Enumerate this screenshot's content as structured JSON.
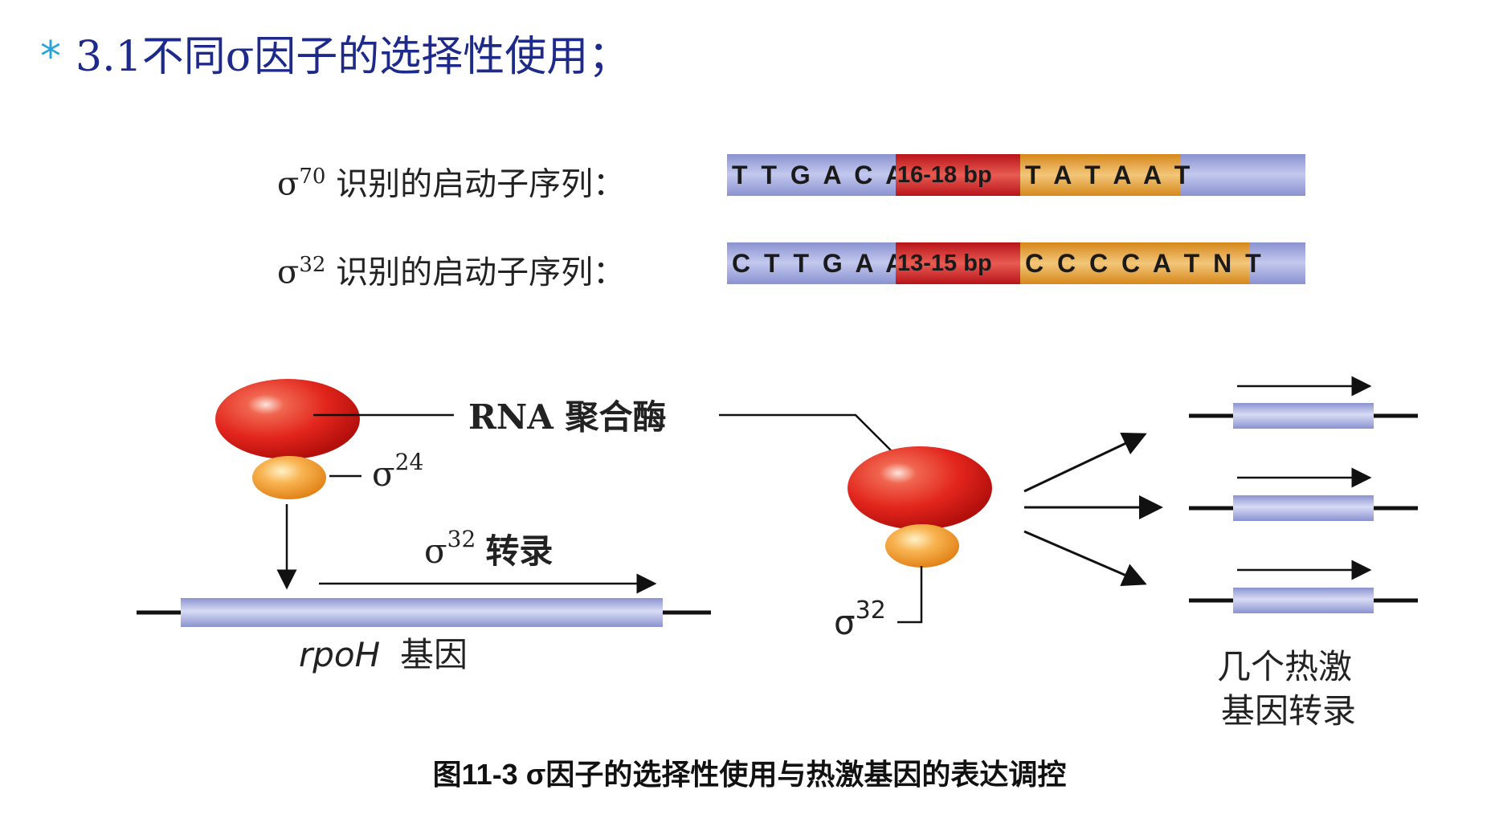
{
  "title": {
    "bullet": "*",
    "text": "3.1不同σ因子的选择性使用；"
  },
  "sequences": [
    {
      "sigma": "σ",
      "sup": "70",
      "label": "识别的启动子序列：",
      "box1": "T T G A C A",
      "spacer": "16-18 bp",
      "box2": "T A T A A T"
    },
    {
      "sigma": "σ",
      "sup": "32",
      "label": "识别的启动子序列：",
      "box1": "C T T G A A",
      "spacer": "13-15 bp",
      "box2": "C C C C A T N T"
    }
  ],
  "diagram": {
    "polymerase_label": "RNA 聚合酶",
    "sigma24": {
      "sigma": "σ",
      "sup": "24"
    },
    "transcription_label": {
      "sigma": "σ",
      "sup": "32",
      "text": "转录"
    },
    "gene_italic": "rpoH",
    "gene_suffix": "基因",
    "sigma32": {
      "sigma": "σ",
      "sup": "32"
    },
    "heat_shock_line1": "几个热激",
    "heat_shock_line2": "基因转录"
  },
  "colors": {
    "title": "#1e2a8a",
    "bullet": "#2aa4d8",
    "dna_bar": "#a9b0e0",
    "spacer": "#c9262a",
    "box2": "#e8a64a",
    "polymerase": "#e2251c",
    "sigma_factor": "#f5a13a"
  },
  "caption": "图11-3  σ因子的选择性使用与热激基因的表达调控"
}
